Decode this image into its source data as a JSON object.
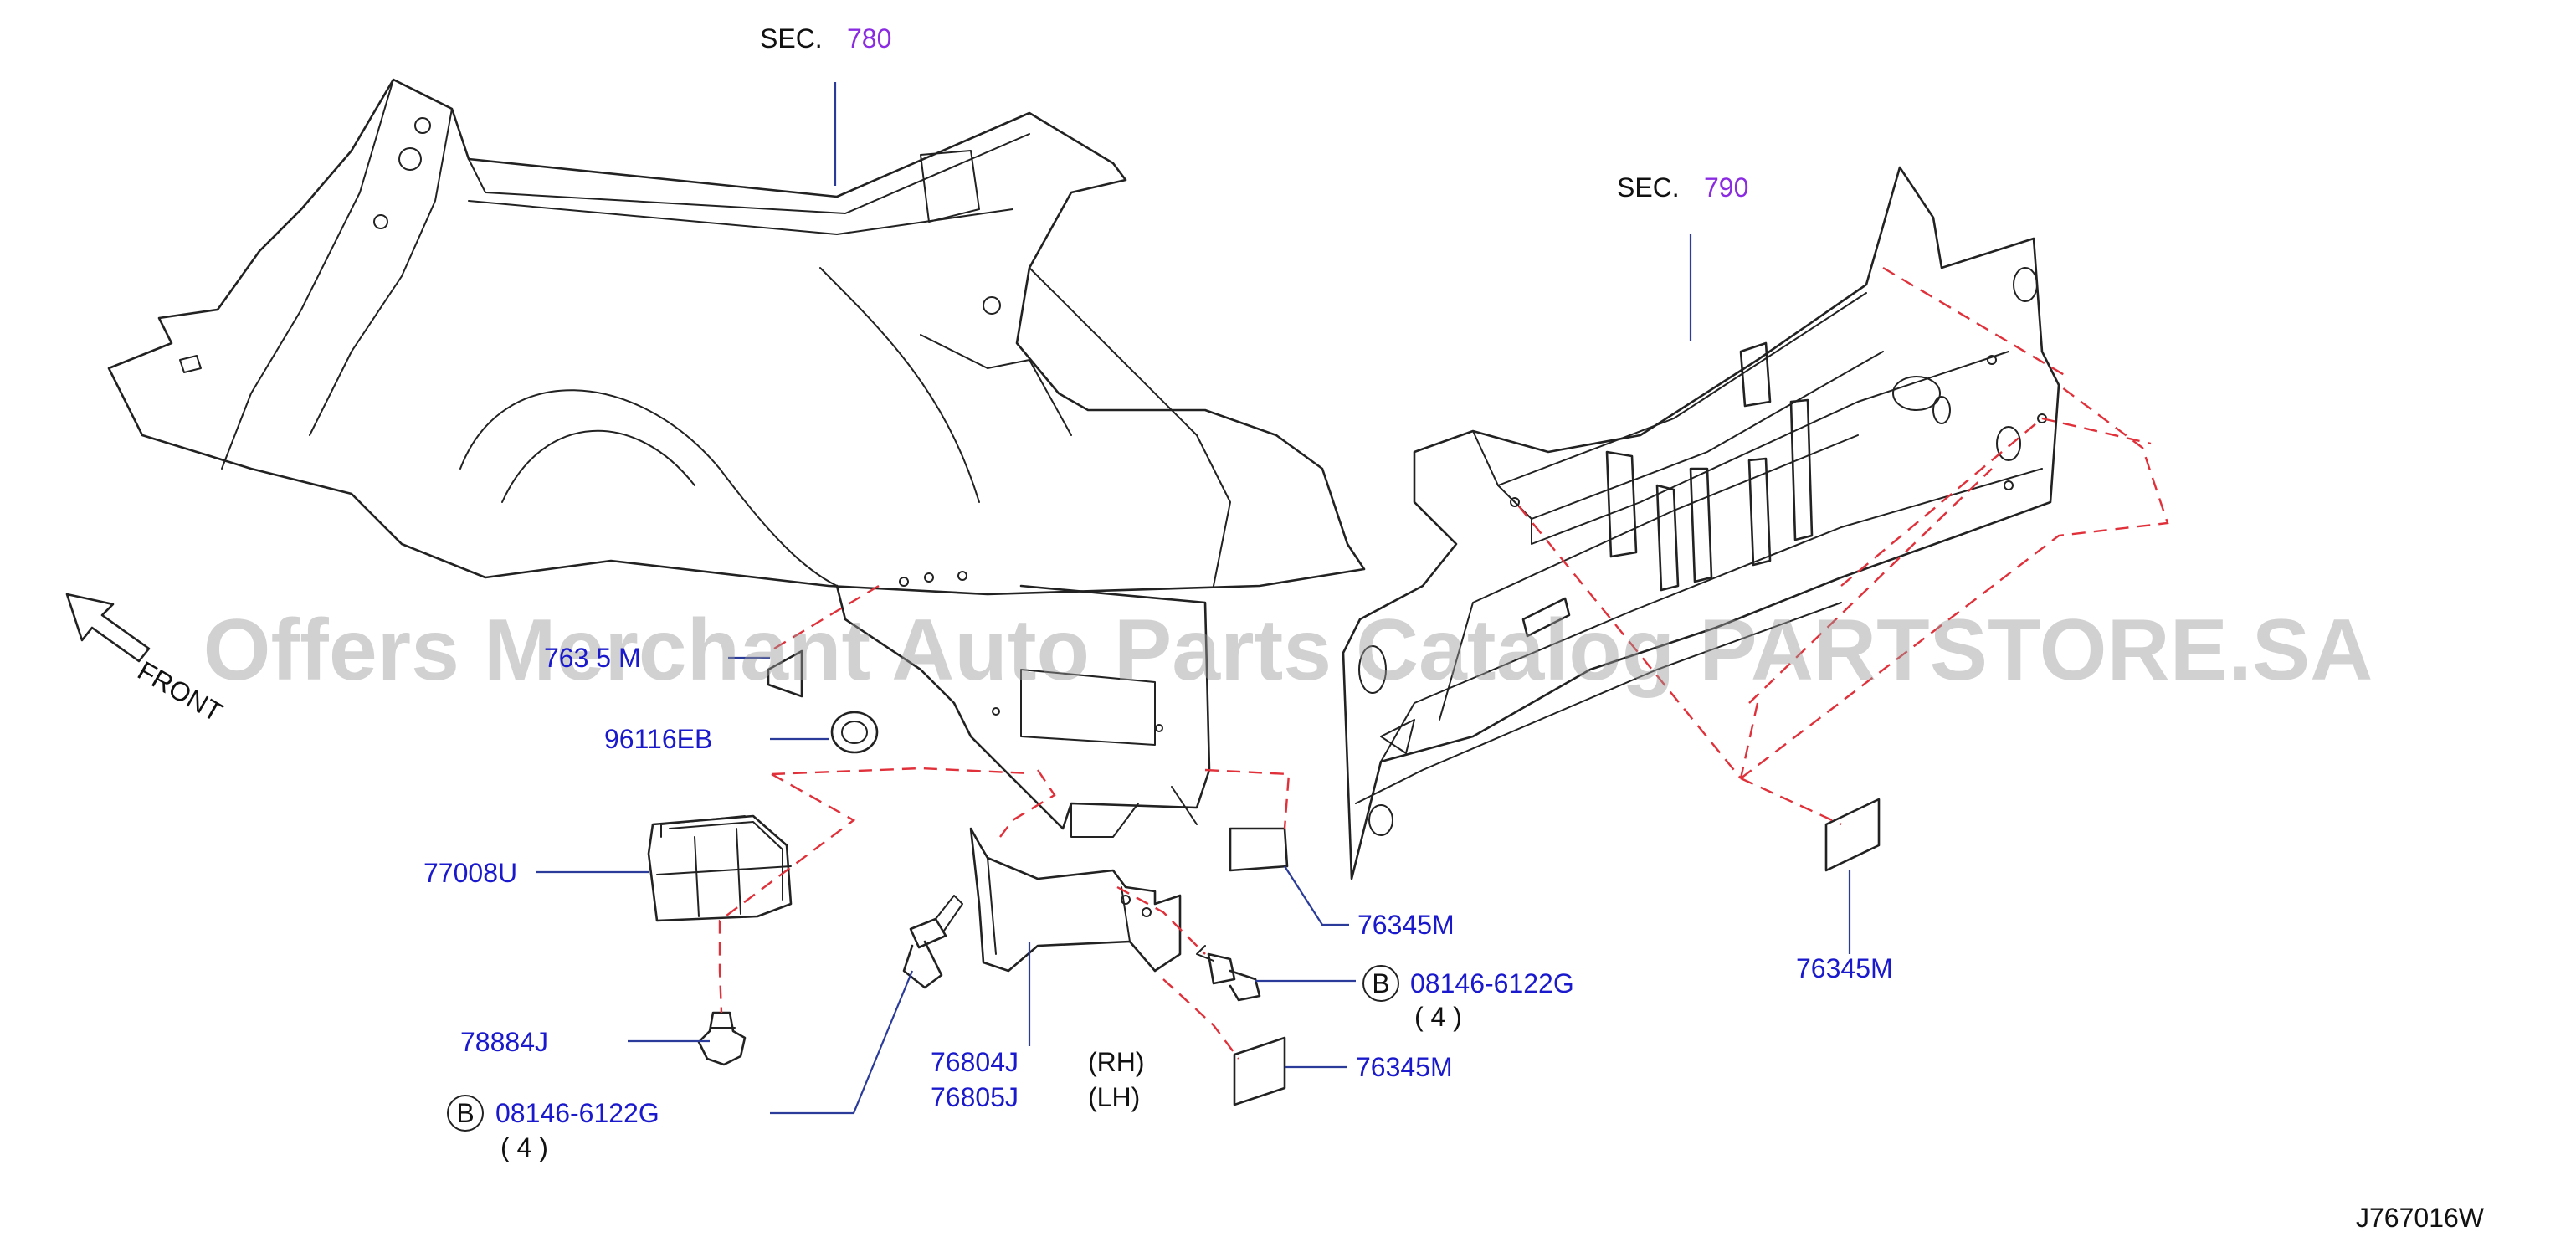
{
  "diagram": {
    "sections": [
      {
        "prefix": "SEC.",
        "number": "780"
      },
      {
        "prefix": "SEC.",
        "number": "790"
      }
    ],
    "parts": {
      "p763x5m": "763 5 M",
      "p96116eb": "96116EB",
      "p77008u": "77008U",
      "p78884j": "78884J",
      "p76804j": "76804J",
      "p76805j": "76805J",
      "rh": "(RH)",
      "lh": "(LH)",
      "p76345m_a": "76345M",
      "p76345m_b": "76345M",
      "p76345m_c": "76345M",
      "bolt_right": "08146-6122G",
      "bolt_right_qty": "( 4 )",
      "bolt_left": "08146-6122G",
      "bolt_left_qty": "( 4 )",
      "bolt_badge": "B"
    },
    "front_label": "FRONT",
    "watermark": "Offers Merchant Auto Parts Catalog PARTSTORE.SA",
    "diagram_code": "J767016W"
  }
}
